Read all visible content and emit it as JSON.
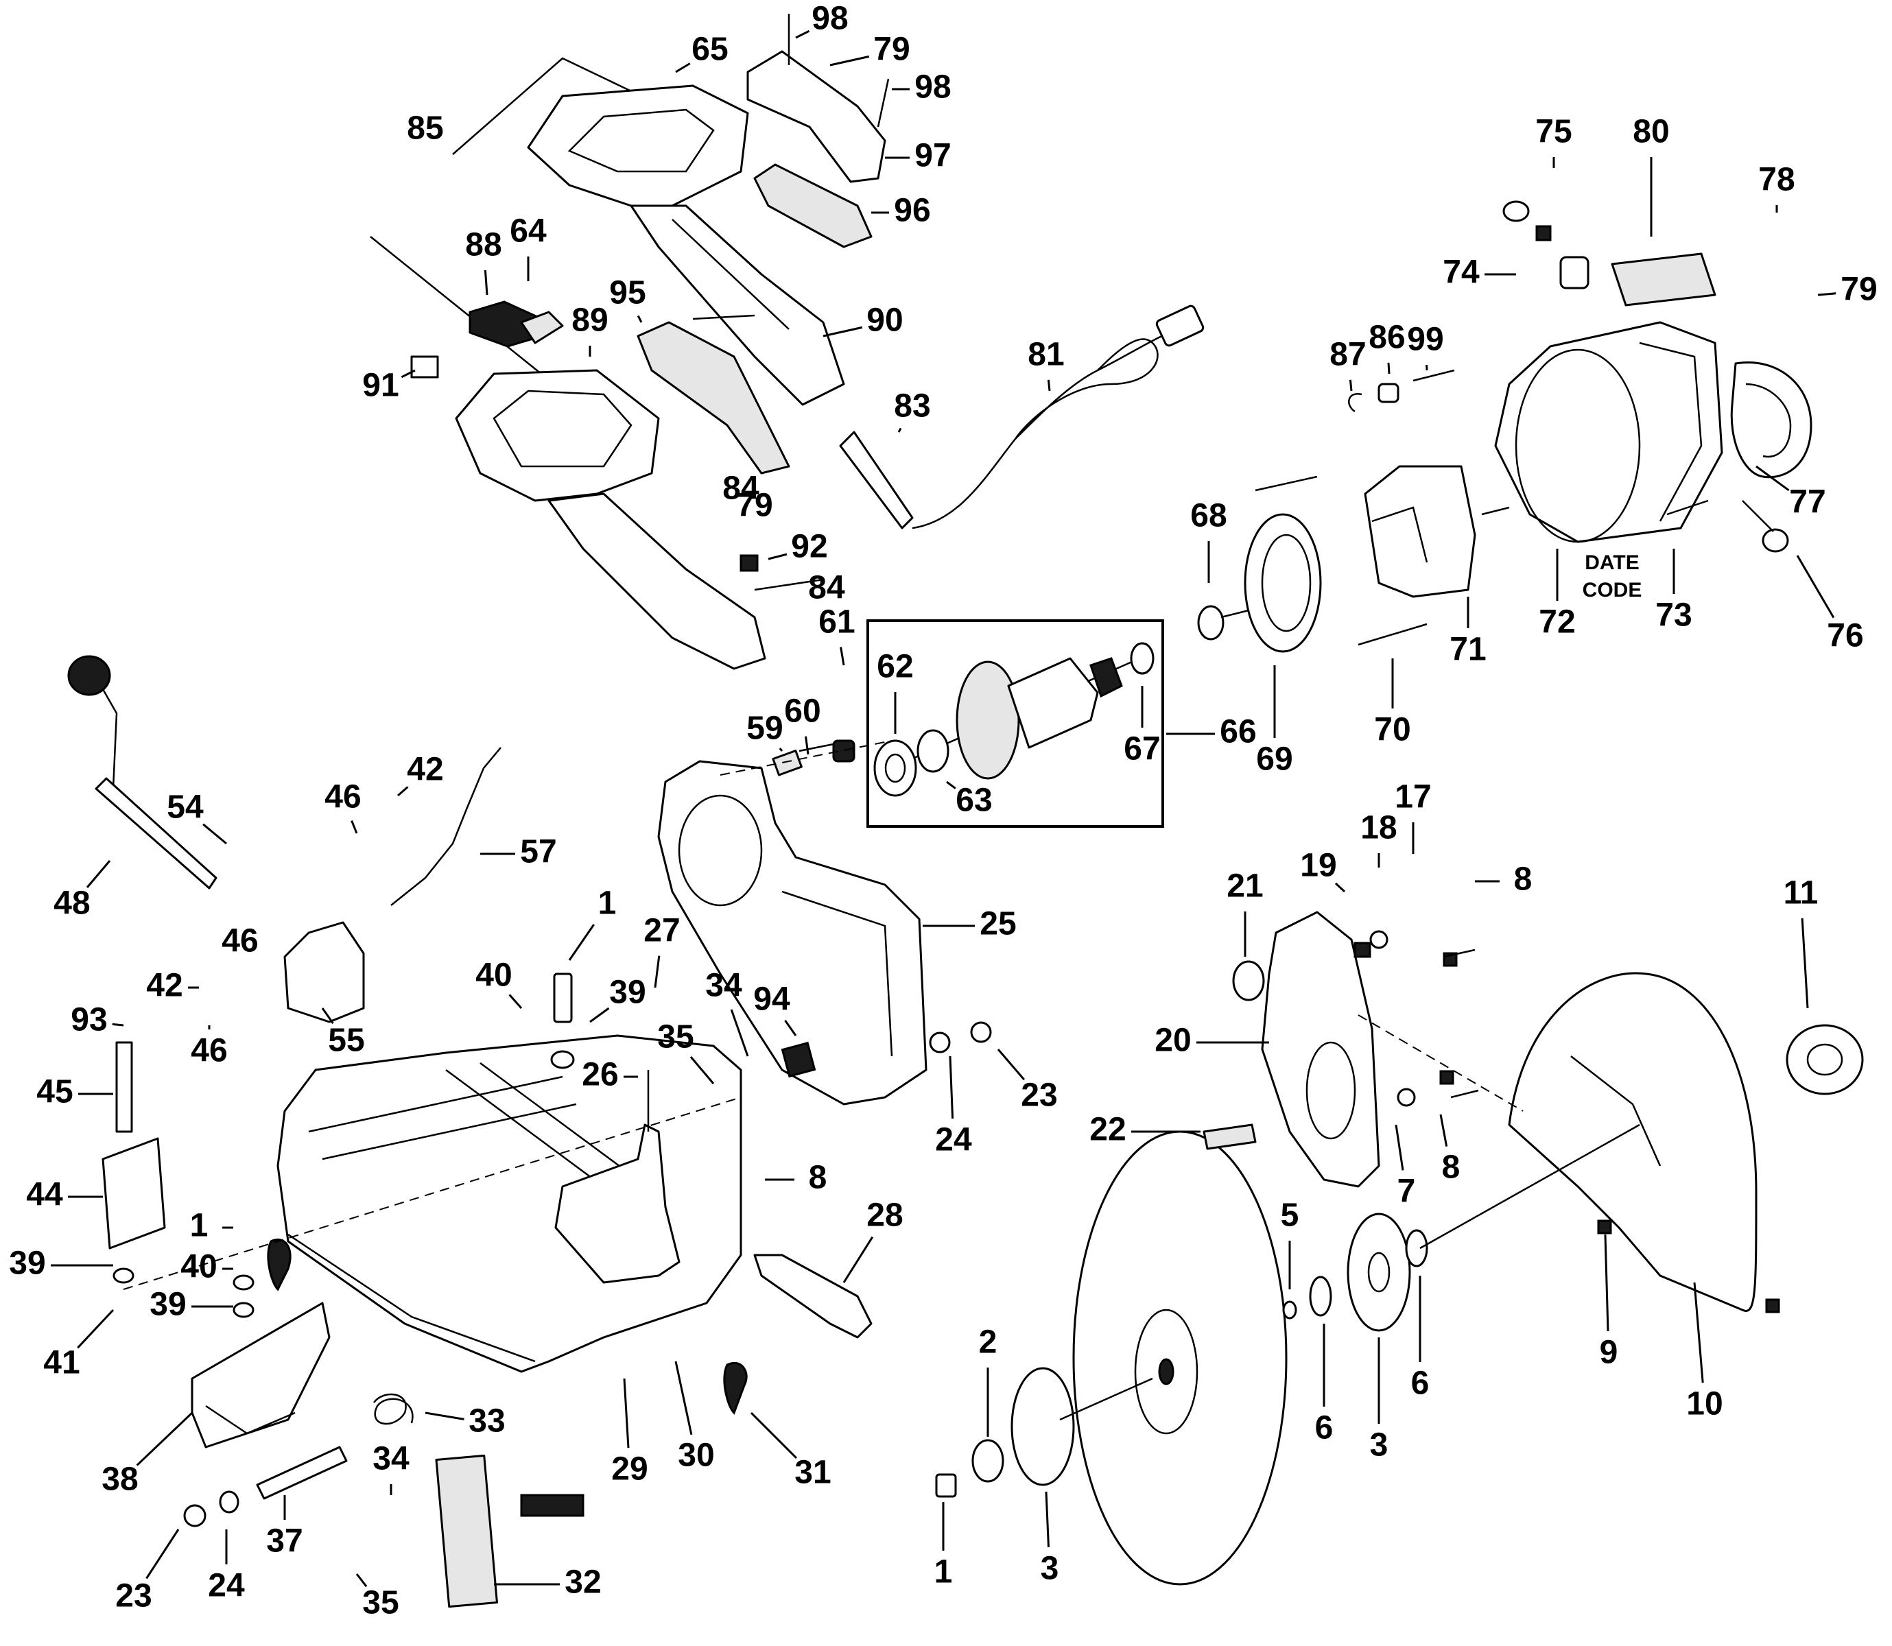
{
  "diagram": {
    "notes": {
      "date_code_line1": "DATE",
      "date_code_line2": "CODE"
    },
    "callouts": [
      {
        "id": "98a",
        "text": "98"
      },
      {
        "id": "98b",
        "text": "98"
      },
      {
        "id": "79a",
        "text": "79"
      },
      {
        "id": "79b",
        "text": "79"
      },
      {
        "id": "79c",
        "text": "79"
      },
      {
        "id": "65",
        "text": "65"
      },
      {
        "id": "85",
        "text": "85"
      },
      {
        "id": "97",
        "text": "97"
      },
      {
        "id": "96",
        "text": "96"
      },
      {
        "id": "88",
        "text": "88"
      },
      {
        "id": "64",
        "text": "64"
      },
      {
        "id": "95",
        "text": "95"
      },
      {
        "id": "90",
        "text": "90"
      },
      {
        "id": "89",
        "text": "89"
      },
      {
        "id": "91",
        "text": "91"
      },
      {
        "id": "81",
        "text": "81"
      },
      {
        "id": "83",
        "text": "83"
      },
      {
        "id": "84a",
        "text": "84"
      },
      {
        "id": "84b",
        "text": "84"
      },
      {
        "id": "92",
        "text": "92"
      },
      {
        "id": "75",
        "text": "75"
      },
      {
        "id": "80",
        "text": "80"
      },
      {
        "id": "78",
        "text": "78"
      },
      {
        "id": "74",
        "text": "74"
      },
      {
        "id": "87",
        "text": "87"
      },
      {
        "id": "86",
        "text": "86"
      },
      {
        "id": "99",
        "text": "99"
      },
      {
        "id": "77",
        "text": "77"
      },
      {
        "id": "68",
        "text": "68"
      },
      {
        "id": "71",
        "text": "71"
      },
      {
        "id": "72",
        "text": "72"
      },
      {
        "id": "73",
        "text": "73"
      },
      {
        "id": "76",
        "text": "76"
      },
      {
        "id": "61",
        "text": "61"
      },
      {
        "id": "62",
        "text": "62"
      },
      {
        "id": "67",
        "text": "67"
      },
      {
        "id": "66",
        "text": "66"
      },
      {
        "id": "69",
        "text": "69"
      },
      {
        "id": "70",
        "text": "70"
      },
      {
        "id": "59",
        "text": "59"
      },
      {
        "id": "60",
        "text": "60"
      },
      {
        "id": "63",
        "text": "63"
      },
      {
        "id": "42a",
        "text": "42"
      },
      {
        "id": "46a",
        "text": "46"
      },
      {
        "id": "57",
        "text": "57"
      },
      {
        "id": "54",
        "text": "54"
      },
      {
        "id": "48",
        "text": "48"
      },
      {
        "id": "46b",
        "text": "46"
      },
      {
        "id": "42b",
        "text": "42"
      },
      {
        "id": "46c",
        "text": "46"
      },
      {
        "id": "55",
        "text": "55"
      },
      {
        "id": "93",
        "text": "93"
      },
      {
        "id": "45",
        "text": "45"
      },
      {
        "id": "44",
        "text": "44"
      },
      {
        "id": "39a",
        "text": "39"
      },
      {
        "id": "1a",
        "text": "1"
      },
      {
        "id": "40a",
        "text": "40"
      },
      {
        "id": "39b",
        "text": "39"
      },
      {
        "id": "41",
        "text": "41"
      },
      {
        "id": "38",
        "text": "38"
      },
      {
        "id": "1b",
        "text": "1"
      },
      {
        "id": "40b",
        "text": "40"
      },
      {
        "id": "39c",
        "text": "39"
      },
      {
        "id": "27",
        "text": "27"
      },
      {
        "id": "26",
        "text": "26"
      },
      {
        "id": "25",
        "text": "25"
      },
      {
        "id": "34a",
        "text": "34"
      },
      {
        "id": "94",
        "text": "94"
      },
      {
        "id": "35a",
        "text": "35"
      },
      {
        "id": "24a",
        "text": "24"
      },
      {
        "id": "23a",
        "text": "23"
      },
      {
        "id": "8a",
        "text": "8"
      },
      {
        "id": "28",
        "text": "28"
      },
      {
        "id": "29",
        "text": "29"
      },
      {
        "id": "30",
        "text": "30"
      },
      {
        "id": "31",
        "text": "31"
      },
      {
        "id": "33",
        "text": "33"
      },
      {
        "id": "34b",
        "text": "34"
      },
      {
        "id": "37",
        "text": "37"
      },
      {
        "id": "32",
        "text": "32"
      },
      {
        "id": "23b",
        "text": "23"
      },
      {
        "id": "24b",
        "text": "24"
      },
      {
        "id": "35b",
        "text": "35"
      },
      {
        "id": "21",
        "text": "21"
      },
      {
        "id": "19",
        "text": "19"
      },
      {
        "id": "18",
        "text": "18"
      },
      {
        "id": "17",
        "text": "17"
      },
      {
        "id": "8b",
        "text": "8"
      },
      {
        "id": "11",
        "text": "11"
      },
      {
        "id": "20",
        "text": "20"
      },
      {
        "id": "22",
        "text": "22"
      },
      {
        "id": "7",
        "text": "7"
      },
      {
        "id": "8c",
        "text": "8"
      },
      {
        "id": "5",
        "text": "5"
      },
      {
        "id": "6a",
        "text": "6"
      },
      {
        "id": "6b",
        "text": "6"
      },
      {
        "id": "3a",
        "text": "3"
      },
      {
        "id": "3b",
        "text": "3"
      },
      {
        "id": "2",
        "text": "2"
      },
      {
        "id": "1c",
        "text": "1"
      },
      {
        "id": "9",
        "text": "9"
      },
      {
        "id": "10",
        "text": "10"
      }
    ]
  }
}
